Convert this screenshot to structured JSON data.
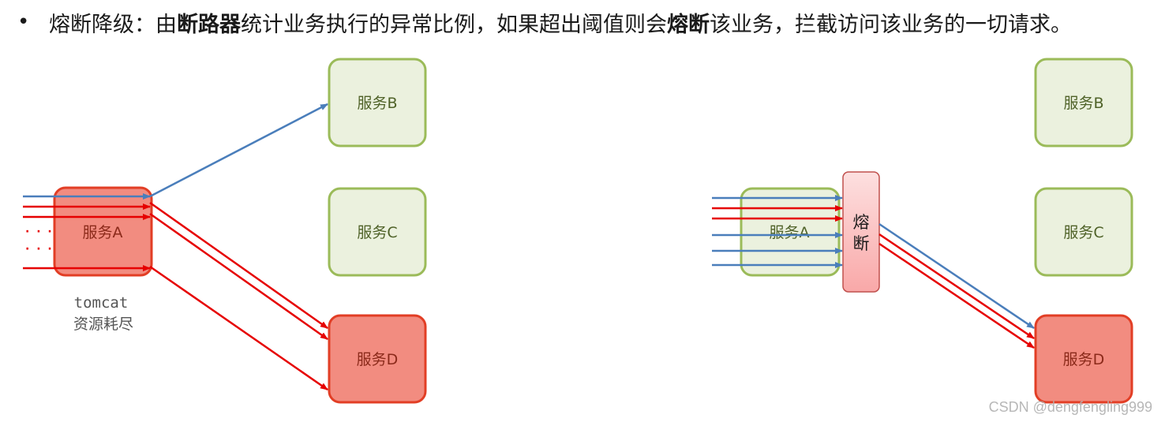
{
  "heading": {
    "bullet": "•",
    "part1": "熔断降级：由",
    "bold1": "断路器",
    "part2": "统计业务执行的异常比例，如果超出阈值则会",
    "bold2": "熔断",
    "part3": "该业务，拦截访问该业务的一切请求。"
  },
  "left_diagram": {
    "service_a": "服务A",
    "service_b": "服务B",
    "service_c": "服务C",
    "service_d": "服务D",
    "dots_1": "· · ·",
    "dots_2": "· · ·",
    "tomcat_line1": "tomcat",
    "tomcat_line2": "资源耗尽"
  },
  "right_diagram": {
    "service_a": "服务A",
    "service_b": "服务B",
    "service_c": "服务C",
    "service_d": "服务D",
    "breaker_char1": "熔",
    "breaker_char2": "断"
  },
  "colors": {
    "green_fill": "#ebf1de",
    "green_border": "#9bbb59",
    "green_text": "#4f6228",
    "red_fill": "#f28c80",
    "red_border": "#e23e25",
    "red_text": "#8b2a1a",
    "arrow_red": "#e60000",
    "arrow_blue": "#4a7ebb",
    "breaker_fill": "#fcc7c7",
    "breaker_border": "#c0504d"
  },
  "watermark": "CSDN @dengfengling999"
}
